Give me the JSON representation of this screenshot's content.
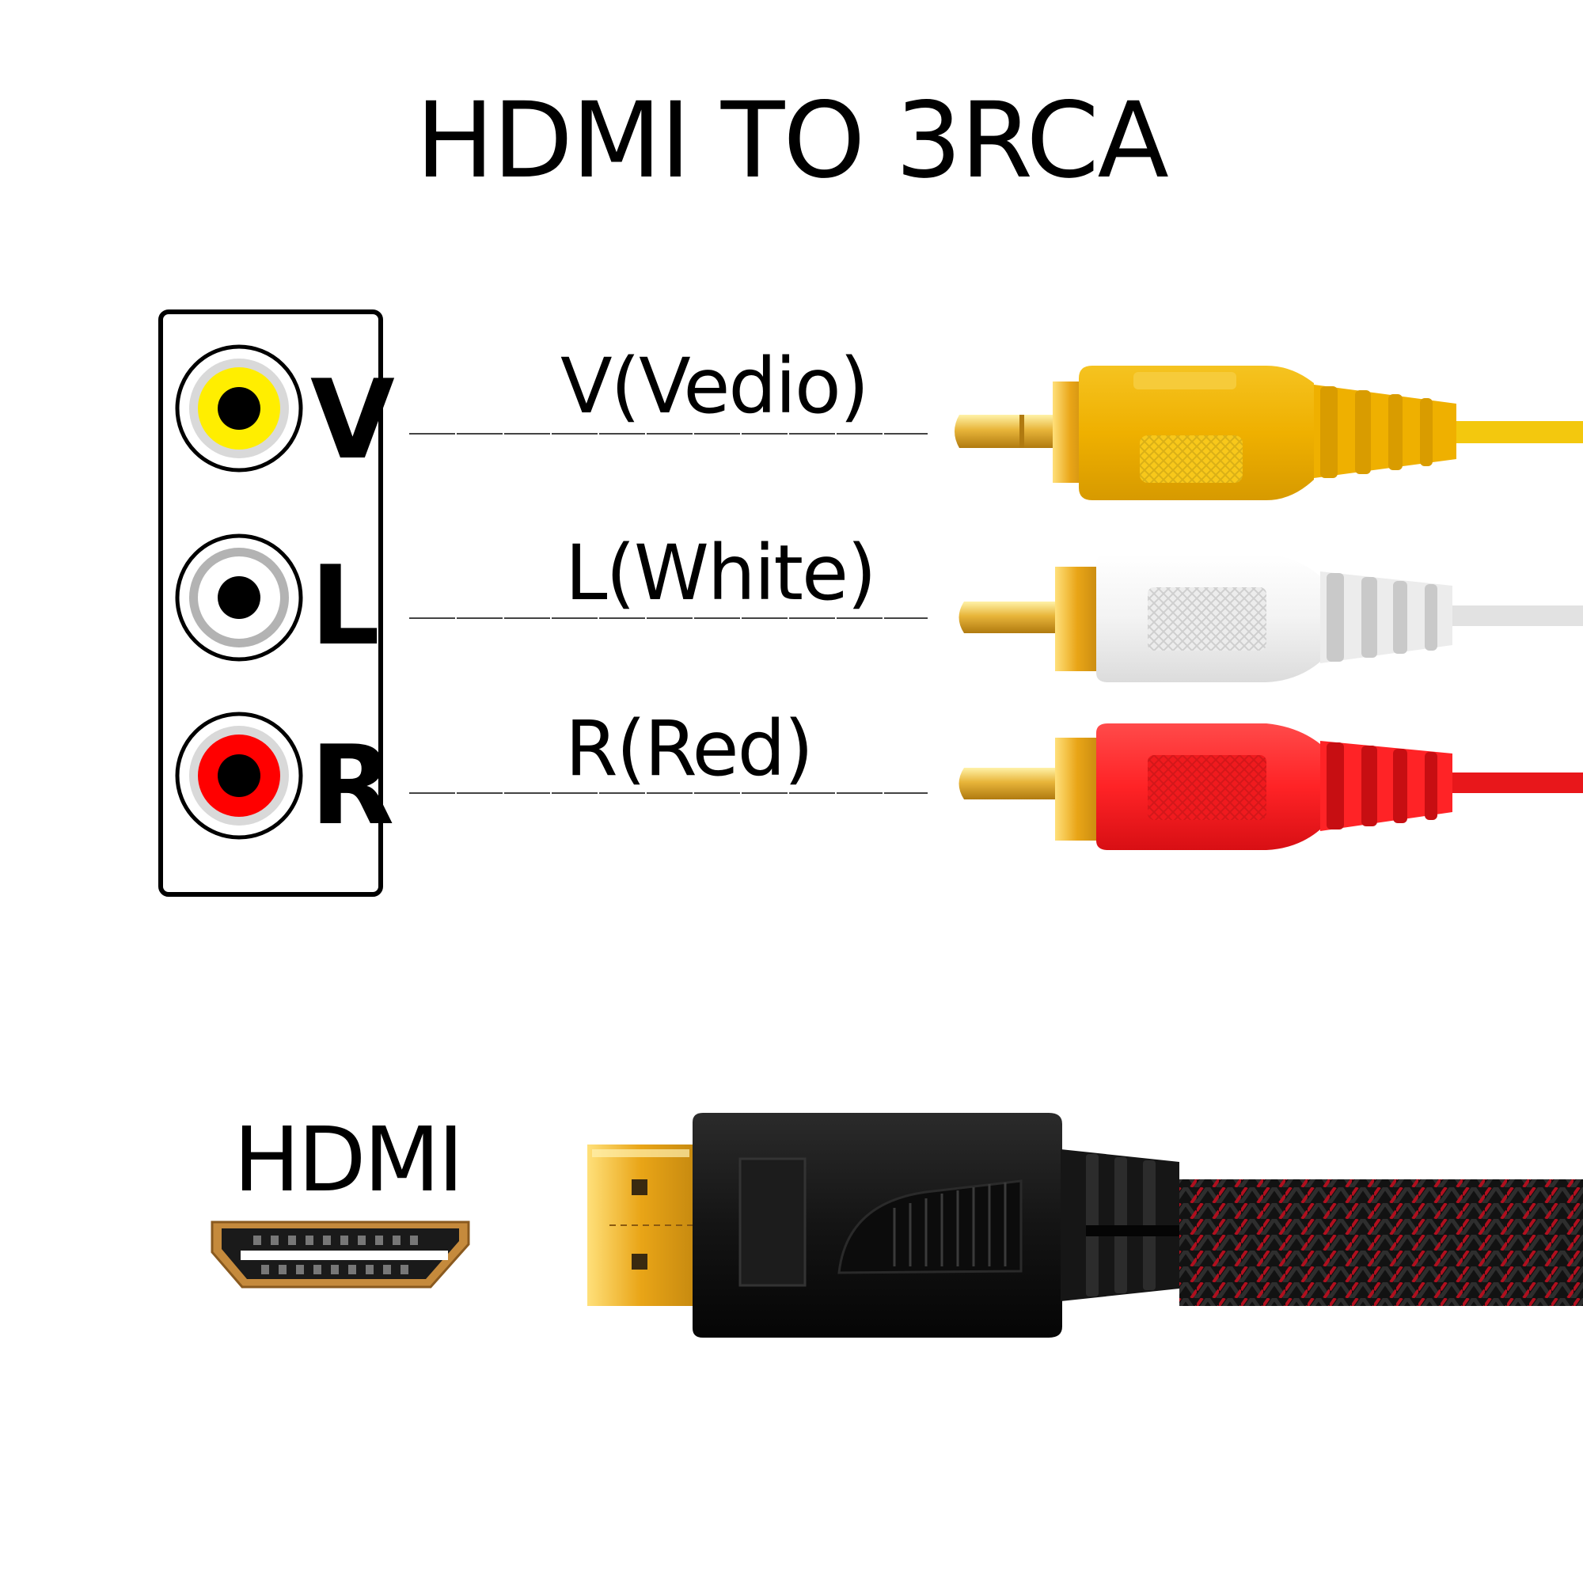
{
  "title": "HDMI TO 3RCA",
  "ports": [
    {
      "letter": "V",
      "label": "V(Vedio)",
      "color": "#ffee00"
    },
    {
      "letter": "L",
      "label": "L(White)",
      "color": "#b3b3b3"
    },
    {
      "letter": "R",
      "label": "R(Red)",
      "color": "#ff0000"
    }
  ],
  "plugs": [
    {
      "name": "video-plug",
      "color": "#f0b400",
      "cable_color": "#f3c80e"
    },
    {
      "name": "left-audio-plug",
      "color": "#f4f4f4",
      "cable_color": "#e2e2e2"
    },
    {
      "name": "right-audio-plug",
      "color": "#ff2326",
      "cable_color": "#e8171b"
    }
  ],
  "hdmi": {
    "label": "HDMI",
    "connector_color": "#111111",
    "contact_color": "#e0a51c",
    "braid_color": "#b10f1e"
  }
}
